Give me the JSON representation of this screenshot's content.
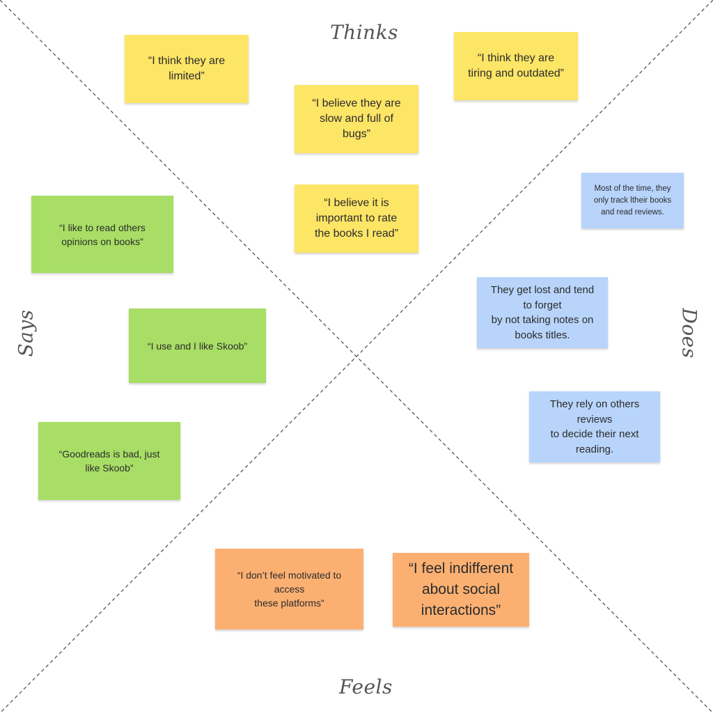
{
  "colors": {
    "thinks": "#fde566",
    "says": "#a8de65",
    "does": "#b8d4fb",
    "feels": "#fbb072",
    "divider": "#555555",
    "label": "#555555"
  },
  "labels": {
    "thinks": "Thinks",
    "says": "Says",
    "does": "Does",
    "feels": "Feels"
  },
  "thinks": {
    "notes": [
      "“I think they are\nlimited”",
      "“I think they are\ntiring and outdated”",
      "“I believe they are\nslow and full of\nbugs”",
      "“I believe it is\nimportant to rate\nthe books I read”"
    ]
  },
  "says": {
    "notes": [
      "“I like to read others\nopinions on books”",
      "“I use and I like Skoob”",
      "“Goodreads is bad, just\nlike Skoob”"
    ]
  },
  "does": {
    "notes": [
      "Most of the time, they\nonly track ltheir books\nand read reviews.",
      "They get lost  and tend\nto forget\nby not taking notes on\nbooks titles.",
      "They rely on others\nreviews\nto decide their next\nreading."
    ]
  },
  "feels": {
    "notes": [
      "“I don’t feel motivated to\naccess\nthese platforms”",
      "“I feel indifferent\nabout social\ninteractions”"
    ]
  }
}
